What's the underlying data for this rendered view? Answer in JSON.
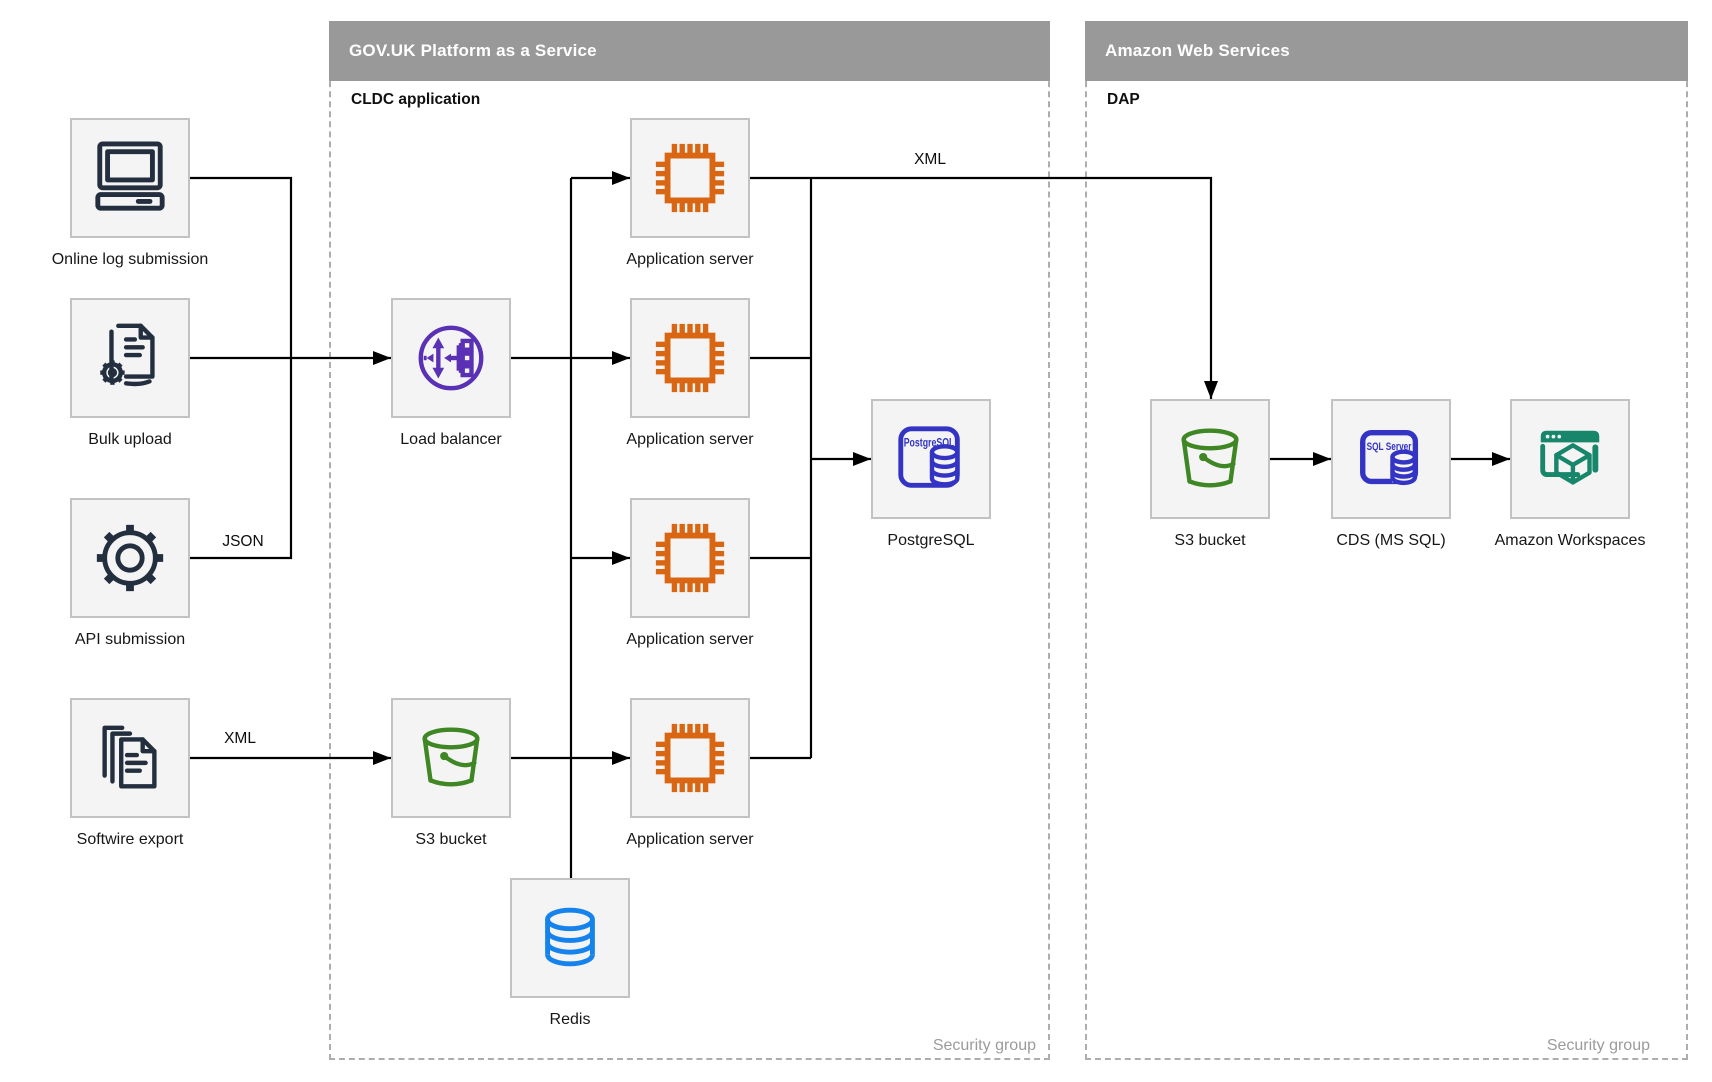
{
  "diagram": {
    "paas": {
      "title": "GOV.UK Platform as a Service",
      "subtitle": "CLDC application",
      "footer": "Security group"
    },
    "aws": {
      "title": "Amazon Web Services",
      "subtitle": "DAP",
      "footer": "Security group"
    },
    "nodes": {
      "online_log": {
        "label": "Online log submission"
      },
      "bulk_upload": {
        "label": "Bulk upload"
      },
      "api_submission": {
        "label": "API submission"
      },
      "softwire_export": {
        "label": "Softwire export"
      },
      "load_balancer": {
        "label": "Load balancer"
      },
      "app_server_1": {
        "label": "Application server"
      },
      "app_server_2": {
        "label": "Application server"
      },
      "app_server_3": {
        "label": "Application server"
      },
      "app_server_4": {
        "label": "Application server"
      },
      "postgresql": {
        "label": "PostgreSQL",
        "icon_text": "PostgreSQL"
      },
      "s3_bucket_paas": {
        "label": "S3 bucket"
      },
      "redis": {
        "label": "Redis"
      },
      "s3_bucket_aws": {
        "label": "S3 bucket"
      },
      "cds": {
        "label": "CDS (MS SQL)",
        "icon_text": "SQL Server"
      },
      "workspaces": {
        "label": "Amazon Workspaces"
      }
    },
    "edge_labels": {
      "json": "JSON",
      "xml_export": "XML",
      "xml_feed": "XML"
    },
    "colors": {
      "icon_navy": "#232F3E",
      "chip_orange": "#D86613",
      "lb_purple": "#5A30B5",
      "bucket_green": "#3F8624",
      "workspaces_teal": "#17866B",
      "redis_blue": "#1683EC",
      "db_indigo": "#3333C4",
      "header_gray": "#999999",
      "muted_gray": "#9B9B9B"
    }
  }
}
